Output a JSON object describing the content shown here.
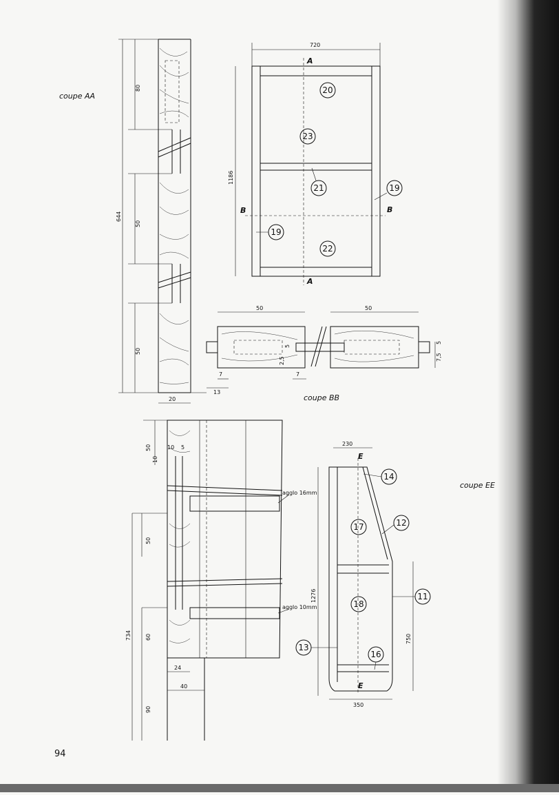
{
  "page_number": "94",
  "section_labels": {
    "coupe_aa": "coupe AA",
    "coupe_bb": "coupe BB",
    "coupe_ee": "coupe EE"
  },
  "dimensions": {
    "aa": [
      "80",
      "50",
      "50",
      "644",
      "20"
    ],
    "front": [
      "720",
      "1186"
    ],
    "bb": [
      "50",
      "50",
      "2,5",
      "5",
      "7",
      "7",
      "13",
      "7,5",
      "5"
    ],
    "detail": [
      "50",
      "10",
      "10",
      "5",
      "50",
      "734",
      "60",
      "24",
      "40",
      "90"
    ],
    "ee": [
      "230",
      "1276",
      "750",
      "350"
    ]
  },
  "section_marks": [
    "A",
    "A",
    "B",
    "B",
    "E",
    "E"
  ],
  "material_notes": [
    "agglo 16mm",
    "agglo 10mm"
  ],
  "part_numbers": [
    "20",
    "23",
    "21",
    "19",
    "19",
    "22",
    "14",
    "12",
    "17",
    "11",
    "18",
    "13",
    "16"
  ]
}
